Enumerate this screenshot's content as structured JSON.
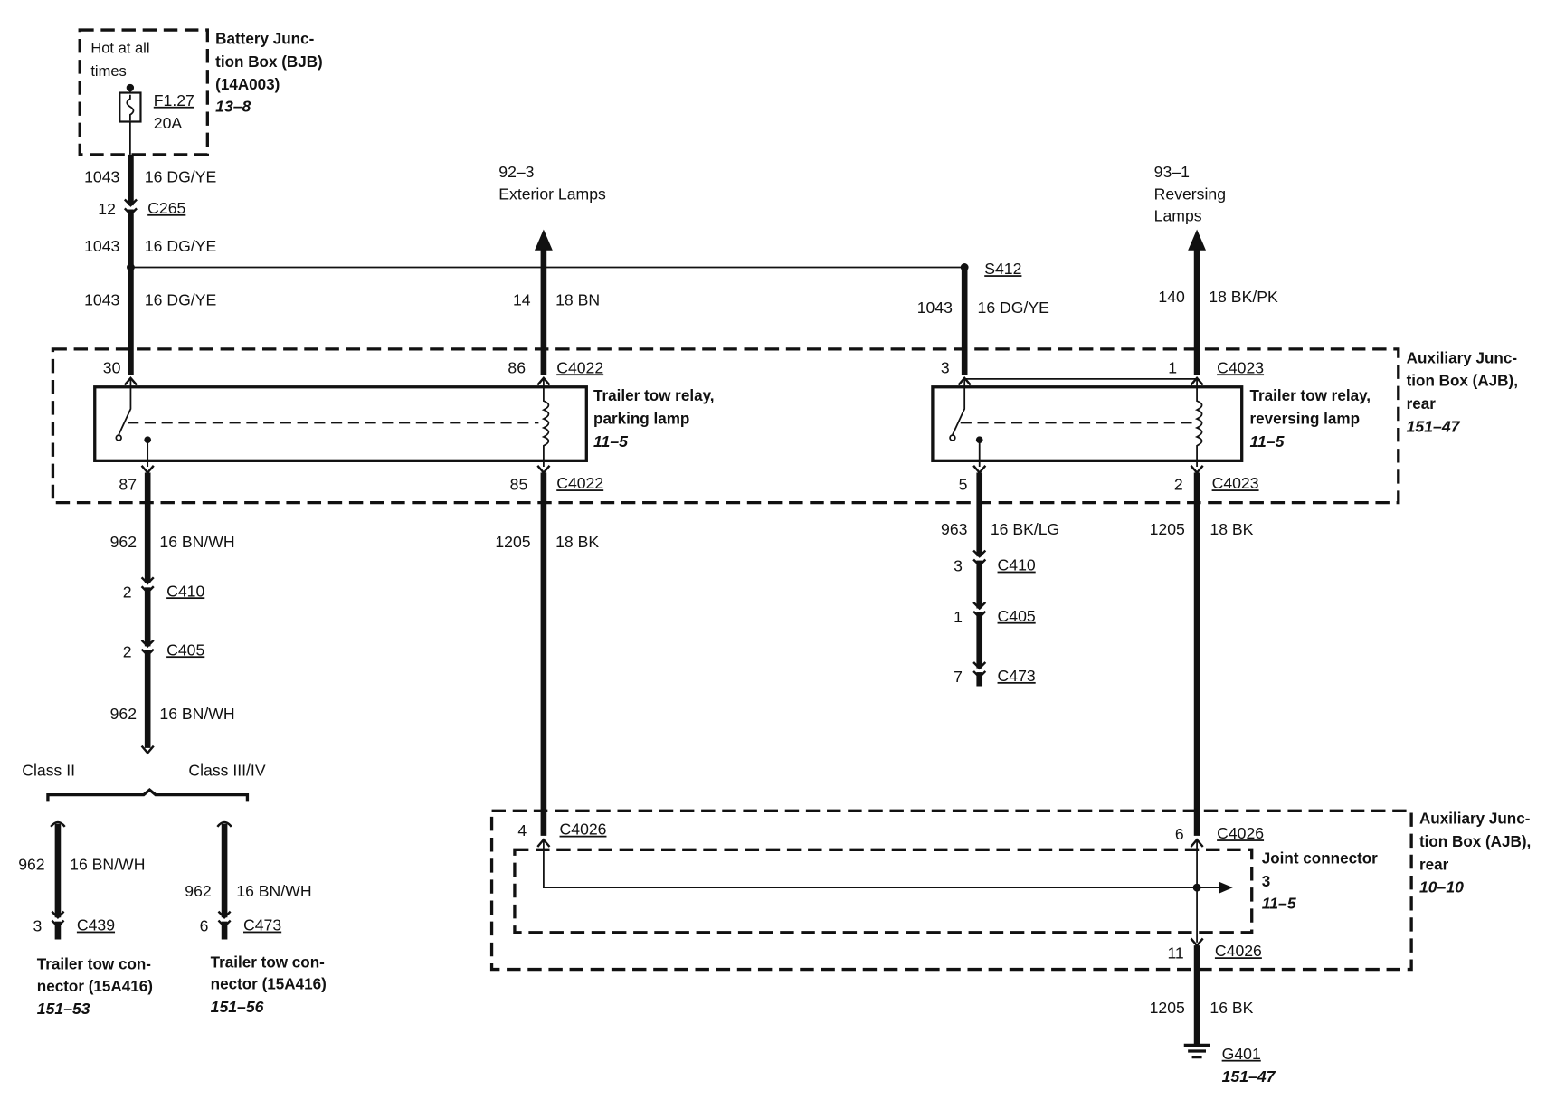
{
  "bjb": {
    "note": [
      "Hot at all",
      "times"
    ],
    "fuse": {
      "id": "F1.27",
      "rating": "20A"
    },
    "title": [
      "Battery Junc-",
      "tion Box (BJB)",
      "(14A003)"
    ],
    "ref": "13–8"
  },
  "destinations": [
    {
      "ref": "92–3",
      "label": [
        "Exterior Lamps"
      ]
    },
    {
      "ref": "93–1",
      "label": [
        "Reversing",
        "Lamps"
      ]
    }
  ],
  "splice": "S412",
  "wires": [
    {
      "circuit": "1043",
      "spec": "16 DG/YE"
    },
    {
      "circuit": "1043",
      "spec": "16 DG/YE"
    },
    {
      "circuit": "1043",
      "spec": "16 DG/YE"
    },
    {
      "circuit": "14",
      "spec": "18 BN"
    },
    {
      "circuit": "1043",
      "spec": "16 DG/YE"
    },
    {
      "circuit": "140",
      "spec": "18 BK/PK"
    },
    {
      "circuit": "962",
      "spec": "16 BN/WH"
    },
    {
      "circuit": "962",
      "spec": "16 BN/WH"
    },
    {
      "circuit": "1205",
      "spec": "18 BK"
    },
    {
      "circuit": "963",
      "spec": "16 BK/LG"
    },
    {
      "circuit": "1205",
      "spec": "18 BK"
    },
    {
      "circuit": "962",
      "spec": "16 BN/WH"
    },
    {
      "circuit": "962",
      "spec": "16 BN/WH"
    },
    {
      "circuit": "1205",
      "spec": "16 BK"
    }
  ],
  "inline_connectors": [
    {
      "pin": "12",
      "name": "C265"
    },
    {
      "pin": "2",
      "name": "C410"
    },
    {
      "pin": "2",
      "name": "C405"
    },
    {
      "pin": "3",
      "name": "C410"
    },
    {
      "pin": "1",
      "name": "C405"
    },
    {
      "pin": "7",
      "name": "C473"
    },
    {
      "pin": "3",
      "name": "C439"
    },
    {
      "pin": "6",
      "name": "C473"
    }
  ],
  "ajb_rear_relays": {
    "title": [
      "Auxiliary Junc-",
      "tion Box (AJB),",
      "rear"
    ],
    "ref": "151–47",
    "parking_relay": {
      "label": [
        "Trailer tow relay,",
        "parking lamp"
      ],
      "ref": "11–5",
      "pins": {
        "top_left": "30",
        "top_right": "86",
        "bottom_left": "87",
        "bottom_right": "85"
      },
      "connector_top": "C4022",
      "connector_bottom": "C4022"
    },
    "reversing_relay": {
      "label": [
        "Trailer tow relay,",
        "reversing lamp"
      ],
      "ref": "11–5",
      "pins": {
        "top_left": "3",
        "top_right": "1",
        "bottom_left": "5",
        "bottom_right": "2"
      },
      "connector_top": "C4023",
      "connector_bottom": "C4023"
    }
  },
  "ajb_rear_joint": {
    "title": [
      "Auxiliary Junc-",
      "tion Box (AJB),",
      "rear"
    ],
    "ref": "10–10",
    "pins": [
      {
        "pin": "4",
        "connector": "C4026"
      },
      {
        "pin": "6",
        "connector": "C4026"
      },
      {
        "pin": "11",
        "connector": "C4026"
      }
    ],
    "joint_connector": {
      "label": [
        "Joint connector",
        "3"
      ],
      "ref": "11–5"
    }
  },
  "trailer_class": {
    "left": "Class II",
    "right": "Class III/IV"
  },
  "trailer_connectors": [
    {
      "label": [
        "Trailer tow con-",
        "nector (15A416)"
      ],
      "ref": "151–53"
    },
    {
      "label": [
        "Trailer tow con-",
        "nector (15A416)"
      ],
      "ref": "151–56"
    }
  ],
  "ground": {
    "name": "G401",
    "ref": "151–47"
  }
}
